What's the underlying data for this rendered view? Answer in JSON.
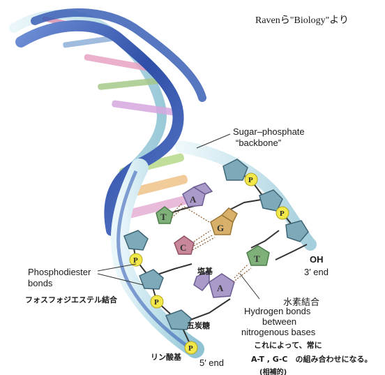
{
  "source_note": "Ravenら\"Biology\"より",
  "labels": {
    "backbone_line1": "Sugar–phosphate",
    "backbone_line2": "“backbone”",
    "oh": "OH",
    "end3": "3′ end",
    "phosphodiester_line1": "Phosphodiester",
    "phosphodiester_line2": "bonds",
    "phosphodiester_jp": "フォスフォジエステル結合",
    "base_jp": "塩基",
    "hbond_jp": "水素結合",
    "hbond_line1": "Hydrogen bonds",
    "hbond_line2": "between",
    "hbond_line3": "nitrogenous bases",
    "pairing_note": "これによって、常に",
    "pairing_rule": "A-T , G-C　の組み合わせになる。",
    "complementary": "(相補的)",
    "sugar_jp": "五炭糖",
    "phosphate_jp": "リン酸基",
    "end5": "5′ end"
  },
  "bases": {
    "t_top": "T",
    "a_top": "A",
    "g": "G",
    "c": "C",
    "t_right": "T",
    "a_bottom": "A"
  },
  "phosphate_symbol": "P",
  "colors": {
    "backbone_blue": "#3a63b8",
    "backbone_light": "#bfe3ee",
    "sugar": "#7ea9b8",
    "phosphate": "#f3e84a",
    "thymine": "#7fb07a",
    "adenine": "#a99ac9",
    "guanine": "#d9b06a",
    "cytosine": "#c9889a"
  }
}
